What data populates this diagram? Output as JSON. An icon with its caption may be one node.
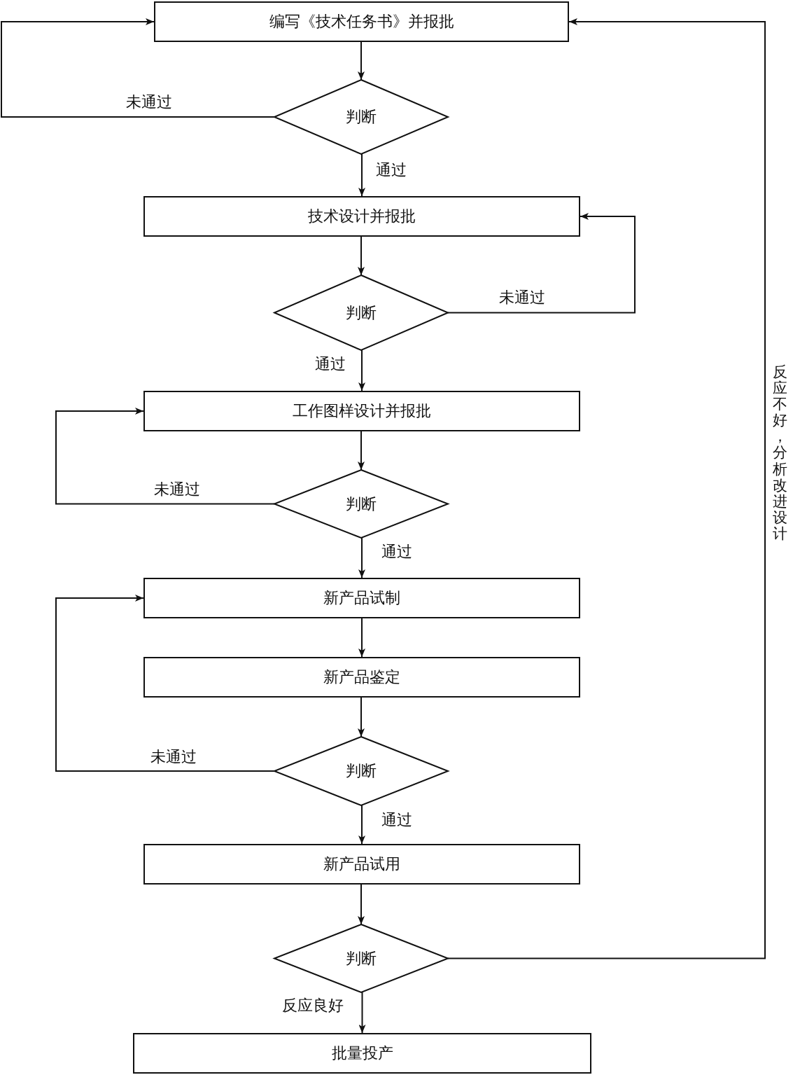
{
  "diagram": {
    "nodes": [
      {
        "text": [
          "编写《技术任务书》并报批"
        ]
      },
      {
        "text": [
          "判断"
        ]
      },
      {
        "text": [
          "技术设计并报批"
        ]
      },
      {
        "text": [
          "判断"
        ]
      },
      {
        "text": [
          "工作图样设计并报批"
        ]
      },
      {
        "text": [
          "判断"
        ]
      },
      {
        "text": [
          "新产品试制"
        ]
      },
      {
        "text": [
          "新产品鉴定"
        ]
      },
      {
        "text": [
          "判断"
        ]
      },
      {
        "text": [
          "新产品试用"
        ]
      },
      {
        "text": [
          "判断"
        ]
      },
      {
        "text": [
          "批量投产"
        ]
      }
    ],
    "edges": [
      {
        "from": 0,
        "to": 1,
        "arrow": "to"
      },
      {
        "from": 1,
        "to": 2,
        "arrow": "to",
        "label": "通过"
      },
      {
        "from": 1,
        "to": 0,
        "arrow": "to",
        "label": "未通过"
      },
      {
        "from": 2,
        "to": 3,
        "arrow": "to"
      },
      {
        "from": 3,
        "to": 4,
        "arrow": "to",
        "label": "通过"
      },
      {
        "from": 3,
        "to": 2,
        "arrow": "to",
        "label": "未通过"
      },
      {
        "from": 4,
        "to": 5,
        "arrow": "to"
      },
      {
        "from": 5,
        "to": 6,
        "arrow": "to",
        "label": "通过"
      },
      {
        "from": 5,
        "to": 4,
        "arrow": "to",
        "label": "未通过"
      },
      {
        "from": 6,
        "to": 7,
        "arrow": "to"
      },
      {
        "from": 7,
        "to": 8,
        "arrow": "to"
      },
      {
        "from": 8,
        "to": 9,
        "arrow": "to",
        "label": "通过"
      },
      {
        "from": 8,
        "to": 6,
        "arrow": "to",
        "label": "未通过"
      },
      {
        "from": 9,
        "to": 10,
        "arrow": "to"
      },
      {
        "from": 10,
        "to": 11,
        "arrow": "to",
        "label": "反应良好"
      },
      {
        "from": 10,
        "to": 0,
        "arrow": "to",
        "label": "反应不好，分析改进设计"
      }
    ]
  }
}
